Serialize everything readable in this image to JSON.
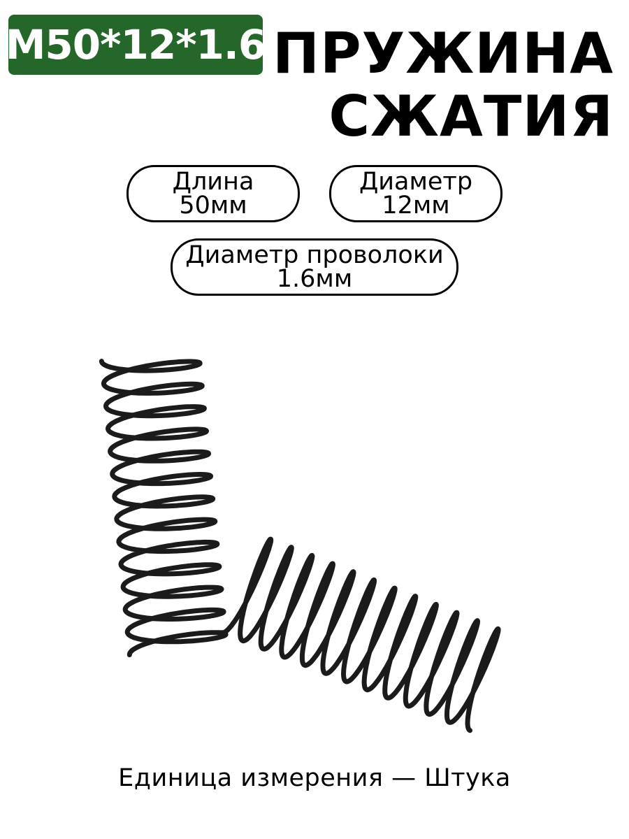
{
  "badge": {
    "label": "M50*12*1.6",
    "color": "#25662a"
  },
  "title": {
    "line1": "ПРУЖИНА",
    "line2": "СЖАТИЯ"
  },
  "specs": {
    "length": {
      "label": "Длина",
      "value": "50мм"
    },
    "diameter": {
      "label": "Диаметр",
      "value": "12мм"
    },
    "wire": {
      "label": "Диаметр проволоки",
      "value": "1.6мм"
    }
  },
  "footer": {
    "unit_text": "Единица измерения — Штука"
  },
  "illustration": {
    "color": "#1b1b1b"
  }
}
